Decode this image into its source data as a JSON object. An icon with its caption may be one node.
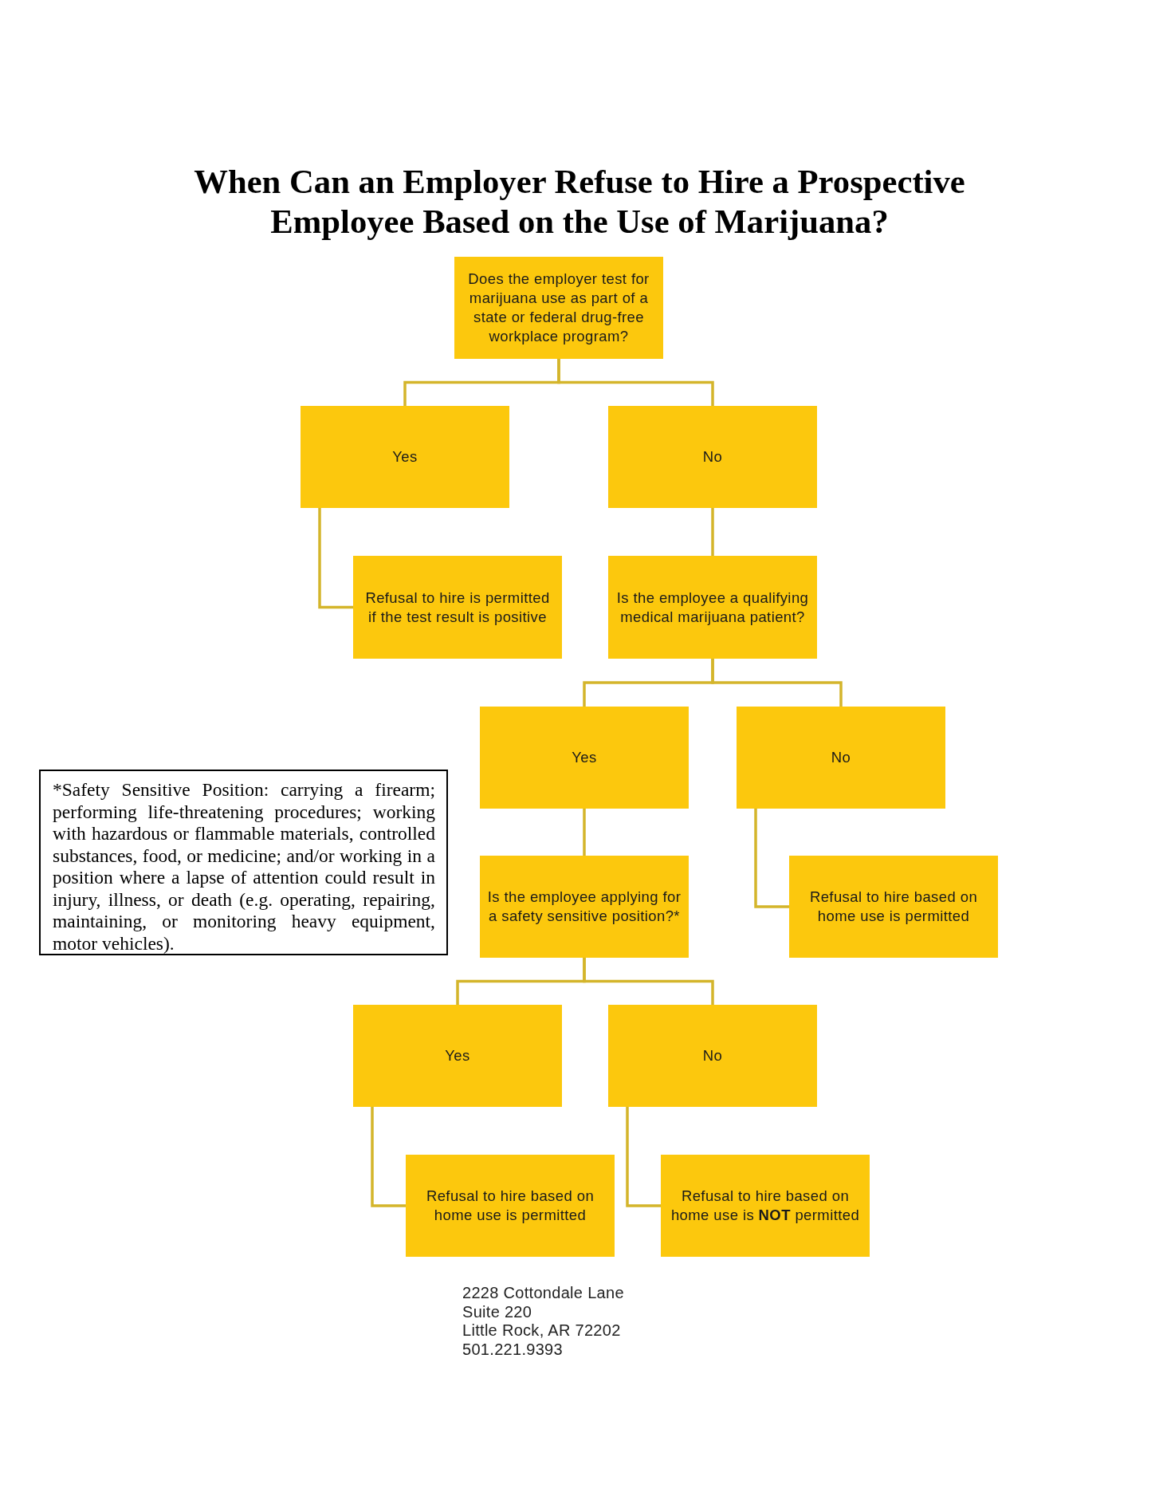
{
  "diagram": {
    "title": "When Can an Employer Refuse to Hire a Prospective Employee Based on the Use of Marijuana?",
    "nodes": [
      {
        "text": [
          "Does the employer test for marijuana use as part of a state or federal drug-free workplace program?"
        ]
      },
      {
        "text": [
          "Yes"
        ]
      },
      {
        "text": [
          "No"
        ]
      },
      {
        "text": [
          "Refusal to hire is permitted if the test result is positive"
        ]
      },
      {
        "text": [
          "Is the employee a qualifying medical marijuana patient?"
        ]
      },
      {
        "text": [
          "Yes"
        ]
      },
      {
        "text": [
          "No"
        ]
      },
      {
        "text": [
          "Is the employee applying for a safety sensitive position?*"
        ]
      },
      {
        "text": [
          "Refusal to hire based on home use is permitted"
        ]
      },
      {
        "text": [
          "Yes"
        ]
      },
      {
        "text": [
          "No"
        ]
      },
      {
        "text": [
          "Refusal to hire based on home use is permitted"
        ]
      },
      {
        "text": [
          "Refusal to hire based on home use is **NOT** permitted"
        ]
      },
      {
        "text": [
          "*Safety Sensitive Position: carrying a firearm; performing life-threatening procedures; working with hazardous or flammable materials, controlled substances, food, or medicine; and/or working in a position where a lapse of attention could result in injury, illness, or death (e.g. operating, repairing, maintaining, or monitoring heavy equipment, motor vehicles)."
        ]
      }
    ],
    "edges": [
      {
        "from": 0,
        "to": 1,
        "arrow": "none"
      },
      {
        "from": 0,
        "to": 2,
        "arrow": "none"
      },
      {
        "from": 1,
        "to": 3,
        "arrow": "none"
      },
      {
        "from": 2,
        "to": 4,
        "arrow": "none"
      },
      {
        "from": 4,
        "to": 5,
        "arrow": "none"
      },
      {
        "from": 4,
        "to": 6,
        "arrow": "none"
      },
      {
        "from": 5,
        "to": 7,
        "arrow": "none"
      },
      {
        "from": 6,
        "to": 8,
        "arrow": "none"
      },
      {
        "from": 7,
        "to": 9,
        "arrow": "none"
      },
      {
        "from": 7,
        "to": 10,
        "arrow": "none"
      },
      {
        "from": 9,
        "to": 11,
        "arrow": "none"
      },
      {
        "from": 10,
        "to": 12,
        "arrow": "none"
      }
    ],
    "labels": [
      "2228 Cottondale Lane",
      "Suite 220",
      "Little Rock, AR 72202",
      "501.221.9393"
    ]
  }
}
